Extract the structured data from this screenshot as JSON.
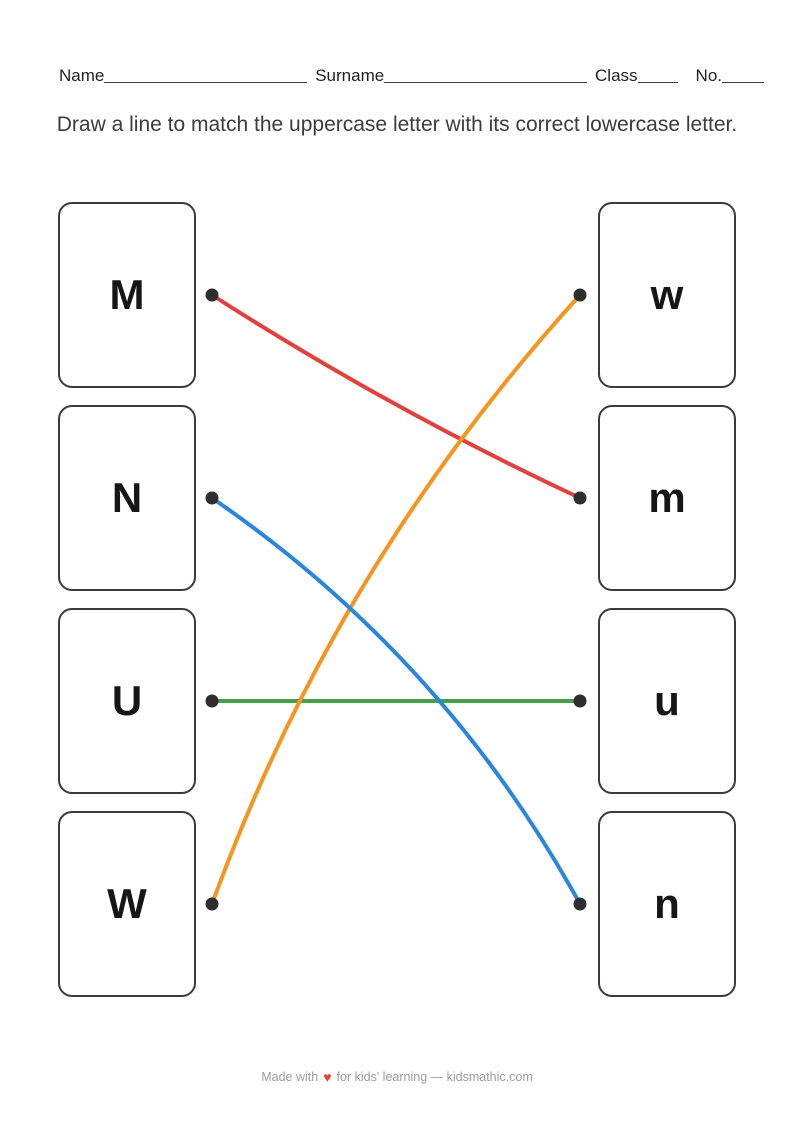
{
  "header": {
    "name_label": "Name",
    "surname_label": "Surname",
    "class_label": "Class",
    "no_label": "No."
  },
  "instruction": "Draw a line to match the uppercase letter with its correct lowercase letter.",
  "matching": {
    "uppercase_letters": [
      {
        "letter": "M"
      },
      {
        "letter": "N"
      },
      {
        "letter": "U"
      },
      {
        "letter": "W"
      }
    ],
    "lowercase_letters": [
      {
        "letter": "w"
      },
      {
        "letter": "m"
      },
      {
        "letter": "u"
      },
      {
        "letter": "n"
      }
    ],
    "connections": [
      {
        "from": "U",
        "to": "u",
        "color": "#45a049",
        "bow": 0
      },
      {
        "from": "M",
        "to": "m",
        "color": "#e2403c",
        "bow": 14
      },
      {
        "from": "W",
        "to": "w",
        "color": "#f5941f",
        "bow": -70
      },
      {
        "from": "N",
        "to": "n",
        "color": "#2a85dd",
        "bow": -65
      }
    ],
    "dot_color": "#2e2e2e",
    "line_width": 4
  },
  "footer": {
    "made_with": "Made with",
    "heart_icon": "♥",
    "rest": "for kids' learning — kidsmathic.com",
    "heart_color": "#e5423c"
  }
}
